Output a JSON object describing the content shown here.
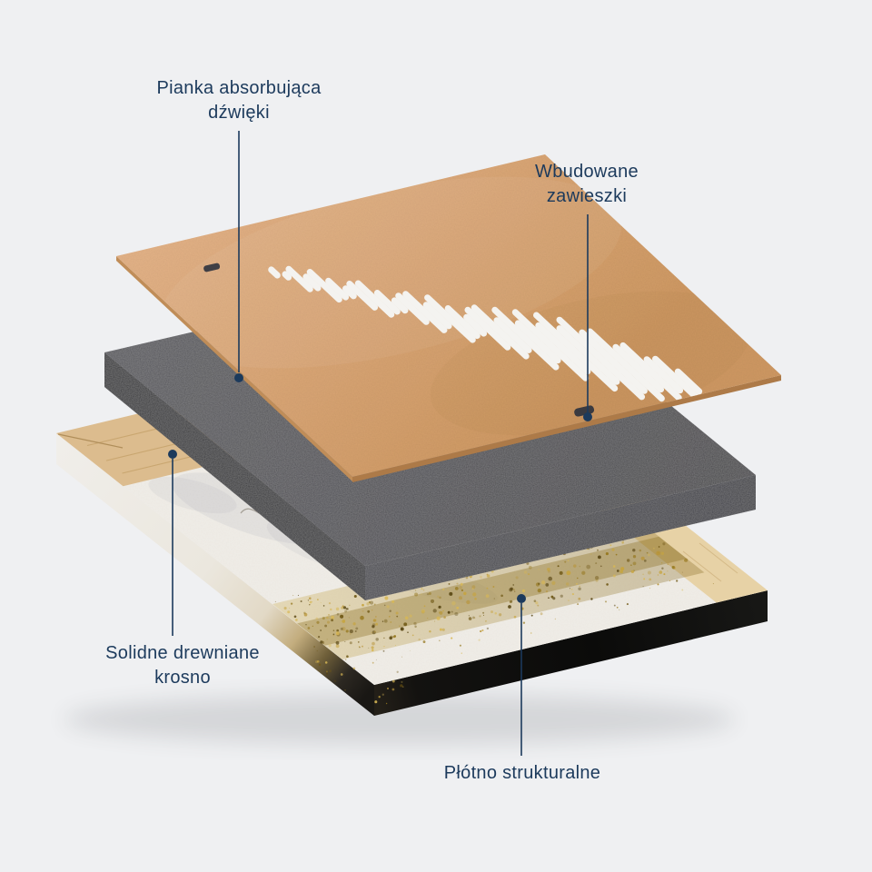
{
  "page": {
    "background": "#eff0f2"
  },
  "colors": {
    "label_text": "#1c3a5c",
    "leader": "#1c3a5c",
    "board_wood": "#d8a474",
    "foam": "#4e4e53",
    "canvas_cream": "#f1eee8",
    "stretcher_wood": "#dcbc8e",
    "gold_accent": "#a98627",
    "canvas_edge_dark": "#121210"
  },
  "labels": {
    "foam": {
      "line1": "Pianka absorbująca",
      "line2": "dźwięki"
    },
    "hangers": {
      "line1": "Wbudowane",
      "line2": "zawieszki"
    },
    "frame": {
      "line1": "Solidne drewniane",
      "line2": "krosno"
    },
    "canvas": {
      "line1": "Płótno strukturalne"
    }
  }
}
